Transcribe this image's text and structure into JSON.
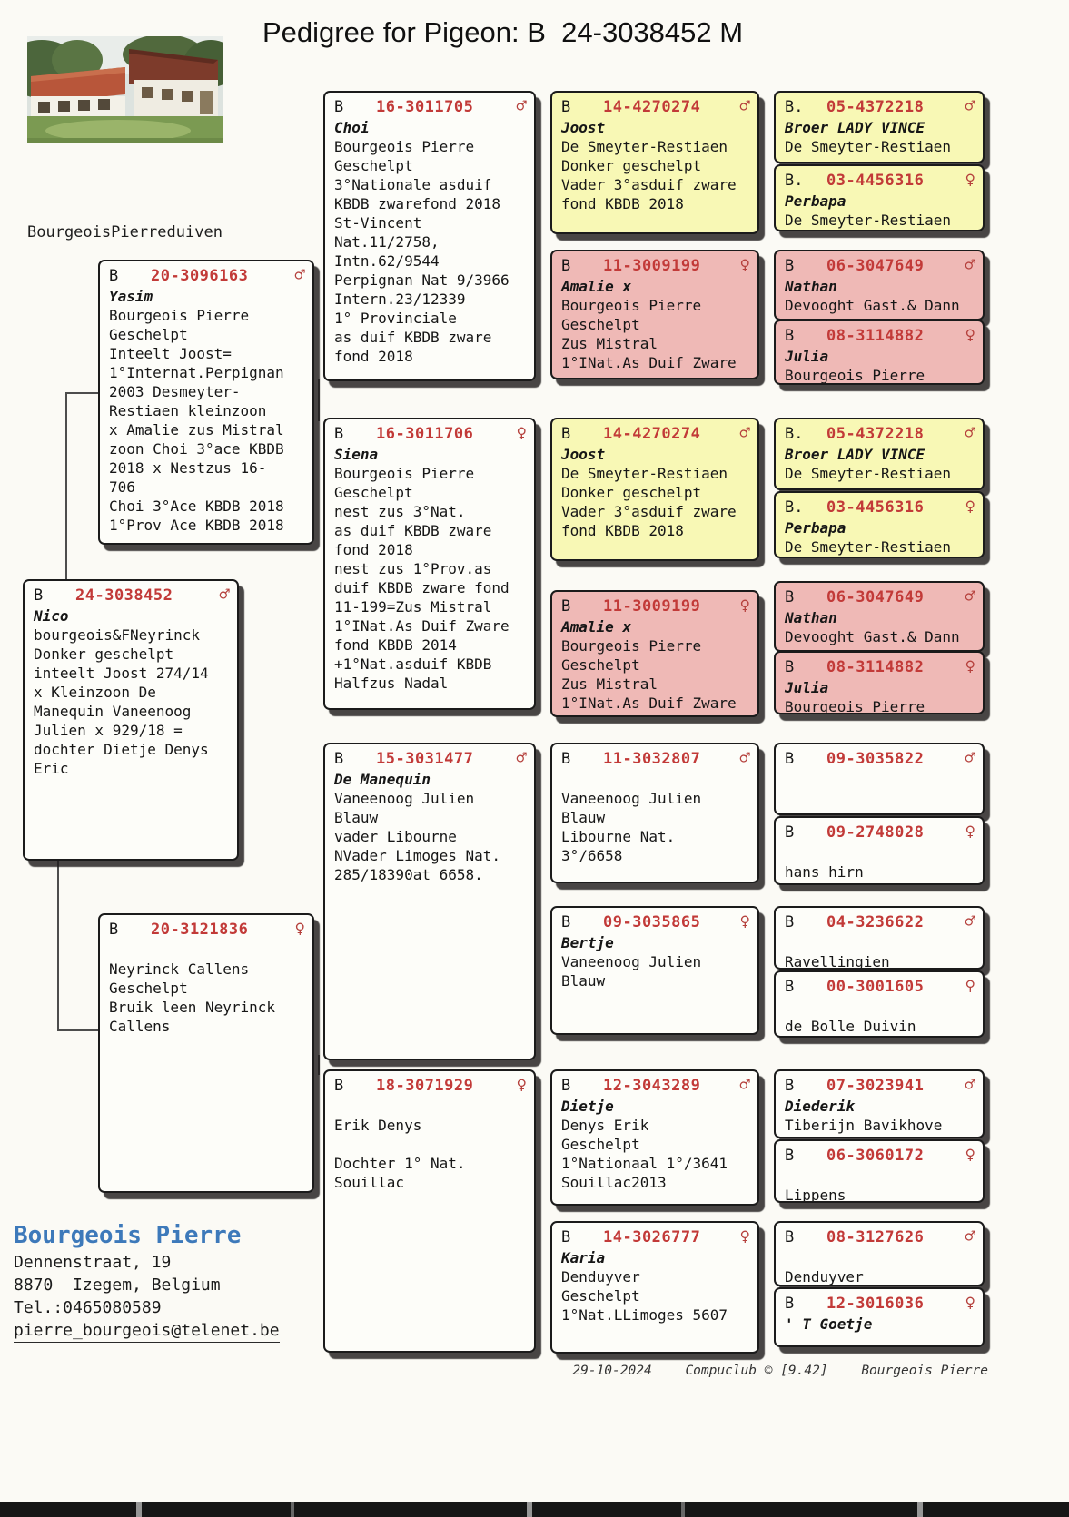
{
  "page": {
    "title": "Pedigree for Pigeon: B  24-3038452 M",
    "loft_label": "BourgeoisPierreduiven"
  },
  "colors": {
    "box_yellow": "#f8f8b5",
    "box_pink": "#efb9b6",
    "ring_red": "#c23a38",
    "sex_red": "#b5403c",
    "contact_blue": "#3d79ba"
  },
  "contact": {
    "name": "Bourgeois Pierre",
    "address1": "Dennenstraat, 19",
    "address2": "8870  Izegem, Belgium",
    "phone": "Tel.:0465080589",
    "email": "pierre_bourgeois@telenet.be"
  },
  "footer": {
    "date": "29-10-2024",
    "software": "Compuclub © [9.42]",
    "owner": "Bourgeois Pierre"
  },
  "boxes": [
    {
      "country": "B",
      "ring": "24-3038452",
      "sex": "♂",
      "name": "Nico",
      "lines": [
        "bourgeois&FNeyrinck",
        "Donker geschelpt",
        "inteelt Joost 274/14",
        "x Kleinzoon De",
        "Manequin Vaneenoog",
        "Julien x 929/18 =",
        "dochter Dietje Denys",
        "Eric"
      ]
    },
    {
      "country": "B",
      "ring": "20-3096163",
      "sex": "♂",
      "name": "Yasim",
      "lines": [
        "Bourgeois Pierre",
        "Geschelpt",
        "Inteelt Joost=",
        "1°Internat.Perpignan",
        "2003 Desmeyter-",
        "Restiaen kleinzoon",
        "x Amalie zus Mistral",
        "zoon Choi 3°ace KBDB",
        "2018 x Nestzus 16-",
        "706",
        "Choi 3°Ace KBDB 2018",
        "1°Prov Ace KBDB 2018"
      ]
    },
    {
      "country": "B",
      "ring": "20-3121836",
      "sex": "♀",
      "name": "",
      "lines": [
        "Neyrinck Callens",
        "Geschelpt",
        "Bruik leen Neyrinck",
        "Callens"
      ]
    },
    {
      "country": "B",
      "ring": "16-3011705",
      "sex": "♂",
      "name": "Choi",
      "lines": [
        "Bourgeois Pierre",
        "Geschelpt",
        "3°Nationale asduif",
        "KBDB zwarefond 2018",
        "St-Vincent",
        "Nat.11/2758,",
        "Intn.62/9544",
        "Perpignan Nat 9/3966",
        "Intern.23/12339",
        "1° Provinciale",
        "as duif KBDB zware",
        "fond 2018"
      ]
    },
    {
      "country": "B",
      "ring": "16-3011706",
      "sex": "♀",
      "name": "Siena",
      "lines": [
        "Bourgeois Pierre",
        "Geschelpt",
        "nest zus 3°Nat.",
        "as duif KBDB zware",
        "fond 2018",
        "nest zus 1°Prov.as",
        "duif KBDB zware fond",
        "11-199=Zus Mistral",
        "1°INat.As Duif Zware",
        "fond KBDB 2014",
        "+1°Nat.asduif KBDB",
        "Halfzus Nadal"
      ]
    },
    {
      "country": "B",
      "ring": "15-3031477",
      "sex": "♂",
      "name": "De Manequin",
      "lines": [
        "Vaneenoog Julien",
        "Blauw",
        "vader Libourne",
        "NVader Limoges Nat.",
        "285/18390at 6658."
      ]
    },
    {
      "country": "B",
      "ring": "18-3071929",
      "sex": "♀",
      "name": "",
      "lines": [
        "Erik Denys",
        "",
        "Dochter 1° Nat.",
        "Souillac"
      ]
    },
    {
      "country": "B",
      "ring": "14-4270274",
      "sex": "♂",
      "name": "Joost",
      "lines": [
        "De Smeyter-Restiaen",
        "Donker geschelpt",
        "Vader 3°asduif zware",
        "fond KBDB 2018"
      ]
    },
    {
      "country": "B",
      "ring": "11-3009199",
      "sex": "♀",
      "name": "Amalie x",
      "lines": [
        "Bourgeois Pierre",
        "Geschelpt",
        "Zus Mistral",
        "1°INat.As Duif Zware"
      ]
    },
    {
      "country": "B",
      "ring": "14-4270274",
      "sex": "♂",
      "name": "Joost",
      "lines": [
        "De Smeyter-Restiaen",
        "Donker geschelpt",
        "Vader 3°asduif zware",
        "fond KBDB 2018"
      ]
    },
    {
      "country": "B",
      "ring": "11-3009199",
      "sex": "♀",
      "name": "Amalie x",
      "lines": [
        "Bourgeois Pierre",
        "Geschelpt",
        "Zus Mistral",
        "1°INat.As Duif Zware"
      ]
    },
    {
      "country": "B",
      "ring": "11-3032807",
      "sex": "♂",
      "name": "",
      "lines": [
        "Vaneenoog Julien",
        "Blauw",
        "Libourne Nat.",
        "3°/6658"
      ]
    },
    {
      "country": "B",
      "ring": "09-3035865",
      "sex": "♀",
      "name": "Bertje",
      "lines": [
        "Vaneenoog Julien",
        "Blauw"
      ]
    },
    {
      "country": "B",
      "ring": "12-3043289",
      "sex": "♂",
      "name": "Dietje",
      "lines": [
        "Denys Erik",
        "Geschelpt",
        "1°Nationaal 1°/3641",
        "Souillac2013"
      ]
    },
    {
      "country": "B",
      "ring": "14-3026777",
      "sex": "♀",
      "name": "Karia",
      "lines": [
        "Denduyver",
        "Geschelpt",
        "1°Nat.LLimoges 5607"
      ]
    },
    {
      "country": "B.",
      "ring": "05-4372218",
      "sex": "♂",
      "name": "Broer LADY VINCE",
      "lines": [
        "De Smeyter-Restiaen"
      ]
    },
    {
      "country": "B.",
      "ring": "03-4456316",
      "sex": "♀",
      "name": "Perbapa",
      "lines": [
        "De Smeyter-Restiaen"
      ]
    },
    {
      "country": "B",
      "ring": "06-3047649",
      "sex": "♂",
      "name": "Nathan",
      "lines": [
        "Devooght Gast.& Dann"
      ]
    },
    {
      "country": "B",
      "ring": "08-3114882",
      "sex": "♀",
      "name": "Julia",
      "lines": [
        "Bourgeois Pierre"
      ]
    },
    {
      "country": "B.",
      "ring": "05-4372218",
      "sex": "♂",
      "name": "Broer LADY VINCE",
      "lines": [
        "De Smeyter-Restiaen"
      ]
    },
    {
      "country": "B.",
      "ring": "03-4456316",
      "sex": "♀",
      "name": "Perbapa",
      "lines": [
        "De Smeyter-Restiaen"
      ]
    },
    {
      "country": "B",
      "ring": "06-3047649",
      "sex": "♂",
      "name": "Nathan",
      "lines": [
        "Devooght Gast.& Dann"
      ]
    },
    {
      "country": "B",
      "ring": "08-3114882",
      "sex": "♀",
      "name": "Julia",
      "lines": [
        "Bourgeois Pierre"
      ]
    },
    {
      "country": "B",
      "ring": "09-3035822",
      "sex": "♂",
      "name": "",
      "lines": []
    },
    {
      "country": "B",
      "ring": "09-2748028",
      "sex": "♀",
      "name": "",
      "lines": [
        "hans hirn"
      ]
    },
    {
      "country": "B",
      "ring": "04-3236622",
      "sex": "♂",
      "name": "",
      "lines": [
        "Ravellingien"
      ]
    },
    {
      "country": "B",
      "ring": "00-3001605",
      "sex": "♀",
      "name": "",
      "lines": [
        "de Bolle Duivin"
      ]
    },
    {
      "country": "B",
      "ring": "07-3023941",
      "sex": "♂",
      "name": "Diederik",
      "lines": [
        "Tiberijn Bavikhove"
      ]
    },
    {
      "country": "B",
      "ring": "06-3060172",
      "sex": "♀",
      "name": "",
      "lines": [
        "Lippens"
      ]
    },
    {
      "country": "B",
      "ring": "08-3127626",
      "sex": "♂",
      "name": "",
      "lines": [
        "Denduyver"
      ]
    },
    {
      "country": "B",
      "ring": "12-3016036",
      "sex": "♀",
      "name": "' T Goetje",
      "lines": []
    }
  ]
}
